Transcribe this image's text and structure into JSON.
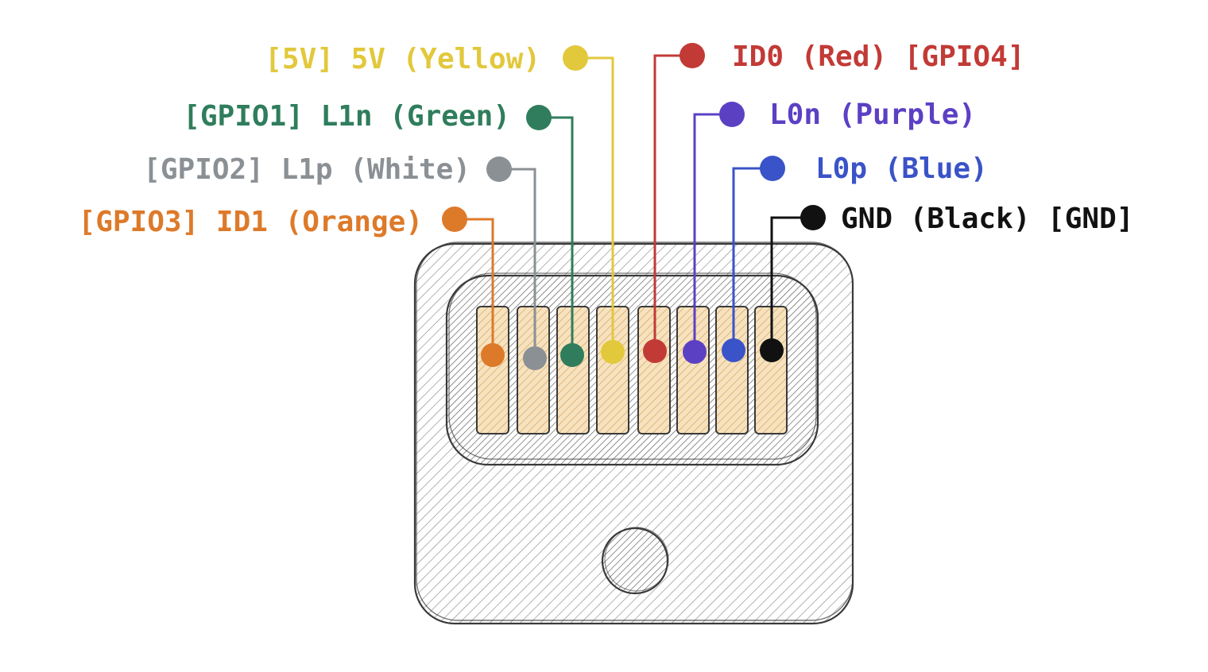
{
  "colors": {
    "background": "#ffffff",
    "outline": "#3a3a3a",
    "hatch": "#8a8a8a",
    "contact_fill": "#f6dcae"
  },
  "pins": [
    {
      "id": "orange",
      "label": "[GPIO3] ID1 (Orange)",
      "color": "#dd7a2a",
      "icon": "orange-dot-icon"
    },
    {
      "id": "white",
      "label": "[GPIO2] L1p (White)",
      "color": "#8b9095",
      "icon": "grey-dot-icon"
    },
    {
      "id": "green",
      "label": "[GPIO1] L1n (Green)",
      "color": "#2f7d5c",
      "icon": "green-dot-icon"
    },
    {
      "id": "yellow",
      "label": "[5V] 5V (Yellow)",
      "color": "#e2c83b",
      "icon": "yellow-dot-icon"
    },
    {
      "id": "red",
      "label": "ID0 (Red) [GPIO4]",
      "color": "#c23a36",
      "icon": "red-dot-icon"
    },
    {
      "id": "purple",
      "label": "L0n (Purple)",
      "color": "#5c40c4",
      "icon": "purple-dot-icon"
    },
    {
      "id": "blue",
      "label": "L0p (Blue)",
      "color": "#3a53c8",
      "icon": "blue-dot-icon"
    },
    {
      "id": "black",
      "label": "GND (Black) [GND]",
      "color": "#111111",
      "icon": "black-dot-icon"
    }
  ]
}
